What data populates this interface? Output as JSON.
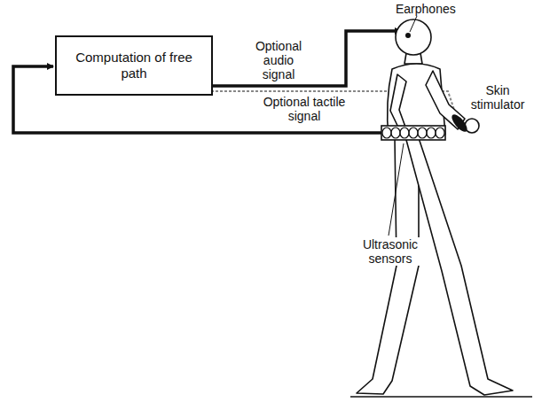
{
  "diagram": {
    "nodes": [
      {
        "text": [
          "Computation of free path"
        ]
      }
    ],
    "labels": [
      "Earphones",
      "Optional audio signal",
      "Optional tactile signal",
      "Skin stimulator",
      "Ultrasonic sensors"
    ]
  }
}
